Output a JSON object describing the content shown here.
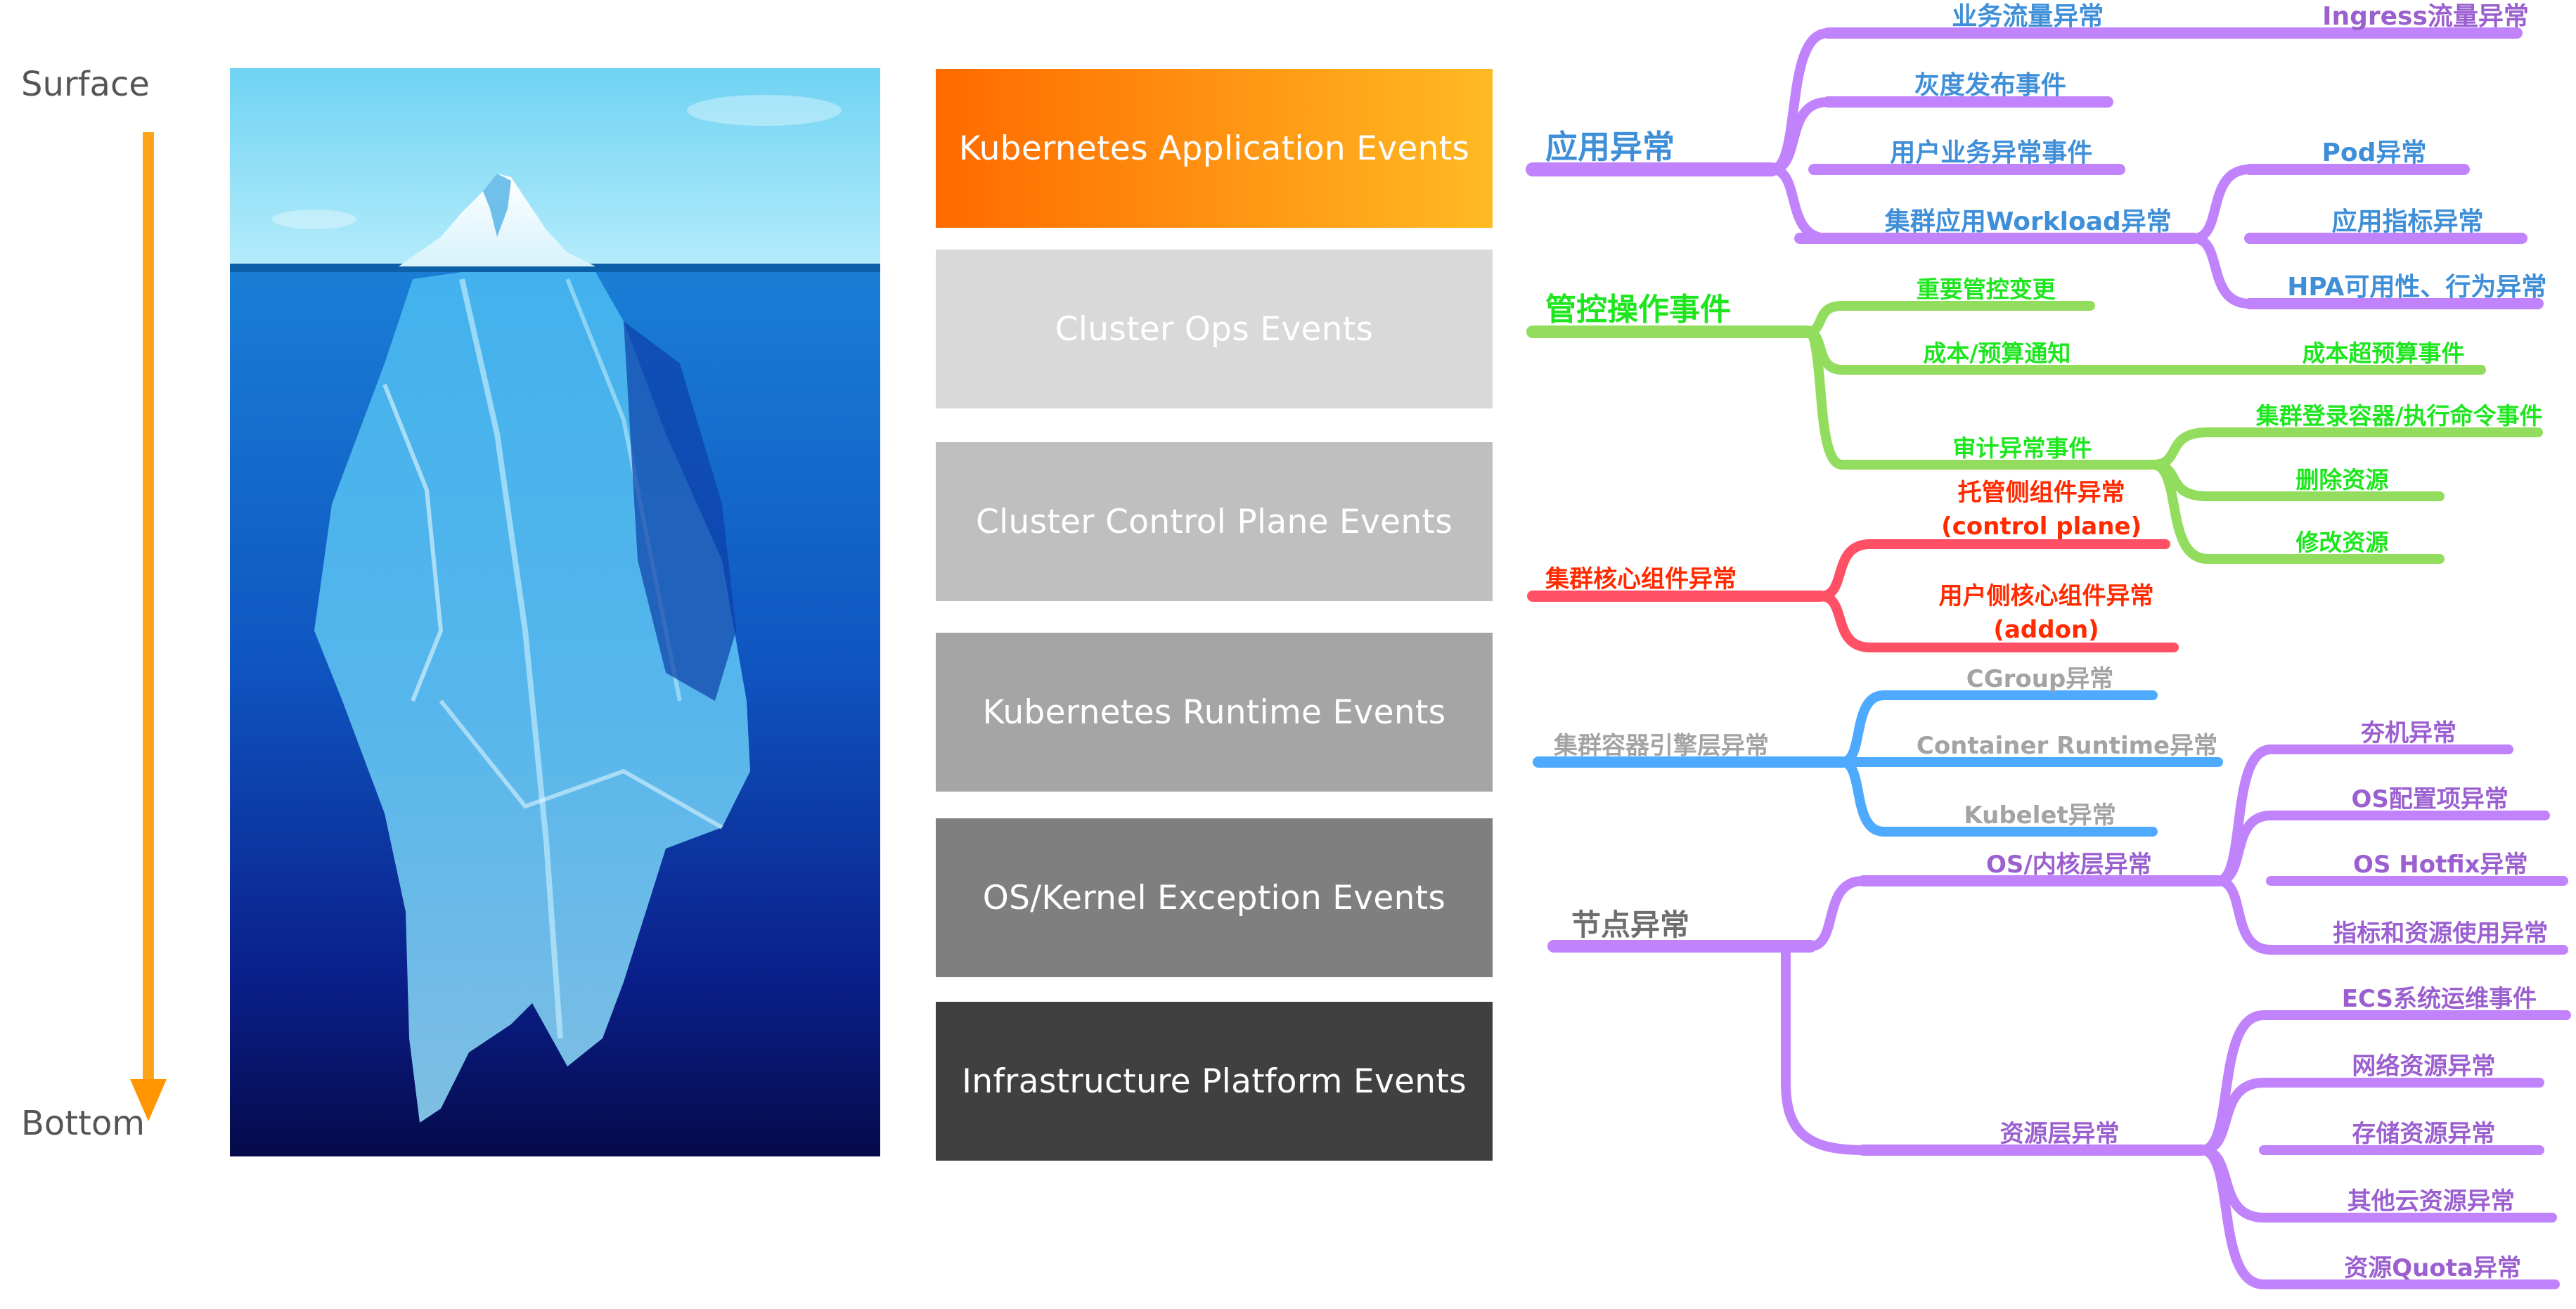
{
  "depth_axis": {
    "top_label": "Surface",
    "bottom_label": "Bottom",
    "arrow_color": "#ffa31a"
  },
  "illustration": {
    "subject": "iceberg above and below waterline"
  },
  "layers": [
    {
      "label": "Kubernetes Application Events",
      "color_start": "#ff6a00",
      "color_end": "#ffba22"
    },
    {
      "label": "Cluster Ops Events",
      "color": "#d9d9d9"
    },
    {
      "label": "Cluster Control Plane Events",
      "color": "#bfbfbf"
    },
    {
      "label": "Kubernetes Runtime Events",
      "color": "#a5a5a5"
    },
    {
      "label": "OS/Kernel Exception Events",
      "color": "#7f7f7f"
    },
    {
      "label": "Infrastructure Platform Events",
      "color": "#404040"
    }
  ],
  "mindmap": {
    "groups": [
      {
        "id": "app",
        "label": "应用异常",
        "text_color": "#3f8fd8",
        "line_color": "#c183fb",
        "children": [
          {
            "label": "业务流量异常",
            "children": [
              {
                "label": "Ingress流量异常",
                "text_color": "#9b5fd0"
              }
            ]
          },
          {
            "label": "灰度发布事件"
          },
          {
            "label": "用户业务异常事件"
          },
          {
            "label": "集群应用Workload异常",
            "children": [
              {
                "label": "Pod异常"
              },
              {
                "label": "应用指标异常"
              },
              {
                "label": "HPA可用性、行为异常"
              }
            ]
          }
        ]
      },
      {
        "id": "ops",
        "label": "管控操作事件",
        "text_color": "#1ee61e",
        "line_color": "#92dd5e",
        "children": [
          {
            "label": "重要管控变更"
          },
          {
            "label": "成本/预算通知",
            "children": [
              {
                "label": "成本超预算事件"
              }
            ]
          },
          {
            "label": "审计异常事件",
            "children": [
              {
                "label": "集群登录容器/执行命令事件"
              },
              {
                "label": "删除资源"
              },
              {
                "label": "修改资源"
              }
            ]
          }
        ]
      },
      {
        "id": "core",
        "label": "集群核心组件异常",
        "text_color": "#ff2a00",
        "line_color": "#ff5065",
        "children": [
          {
            "label": "托管侧组件异常",
            "sublabel": "(control plane)"
          },
          {
            "label": "用户侧核心组件异常",
            "sublabel": "(addon)"
          }
        ]
      },
      {
        "id": "runtime",
        "label": "集群容器引擎层异常",
        "text_color": "#a3a3a3",
        "line_color": "#4eaaff",
        "children": [
          {
            "label": "CGroup异常"
          },
          {
            "label": "Container Runtime异常"
          },
          {
            "label": "Kubelet异常"
          }
        ]
      },
      {
        "id": "node",
        "label": "节点异常",
        "text_color": "#6e6e6e",
        "child_text_color": "#9b5fd0",
        "line_color": "#c183fb",
        "children": [
          {
            "label": "OS/内核层异常",
            "children": [
              {
                "label": "夯机异常"
              },
              {
                "label": "OS配置项异常"
              },
              {
                "label": "OS Hotfix异常"
              },
              {
                "label": "指标和资源使用异常"
              }
            ]
          },
          {
            "label": "资源层异常",
            "children": [
              {
                "label": "ECS系统运维事件"
              },
              {
                "label": "网络资源异常"
              },
              {
                "label": "存储资源异常"
              },
              {
                "label": "其他云资源异常"
              },
              {
                "label": "资源Quota异常"
              }
            ]
          }
        ]
      }
    ]
  }
}
